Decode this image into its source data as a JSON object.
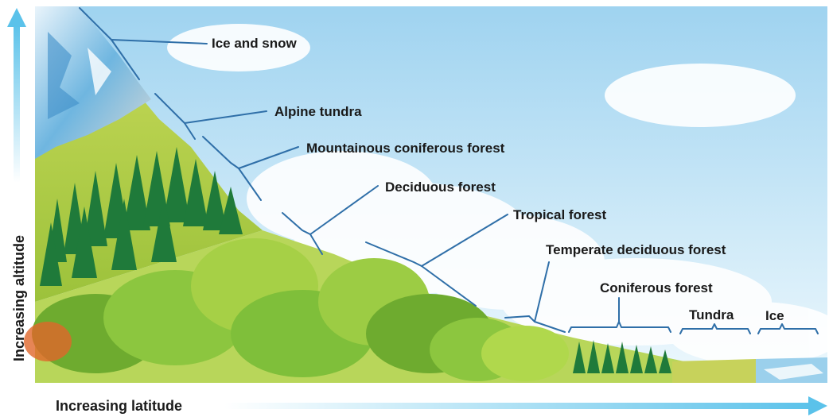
{
  "zones": {
    "ice_and_snow": "Ice and snow",
    "alpine_tundra": "Alpine tundra",
    "mountainous_coniferous_forest": "Mountainous coniferous forest",
    "deciduous_forest": "Deciduous forest",
    "tropical_forest": "Tropical forest",
    "temperate_deciduous_forest": "Temperate deciduous forest",
    "coniferous_forest": "Coniferous forest",
    "tundra": "Tundra",
    "ice": "Ice"
  },
  "axes": {
    "vertical": "Increasing altitude",
    "horizontal": "Increasing latitude"
  },
  "colors": {
    "arrow": "#5bc2ea",
    "bracket": "#2f6fa8",
    "sky": "#bfe3f6",
    "forest_dark": "#1f7a3a",
    "forest_light": "#8cc63f"
  }
}
